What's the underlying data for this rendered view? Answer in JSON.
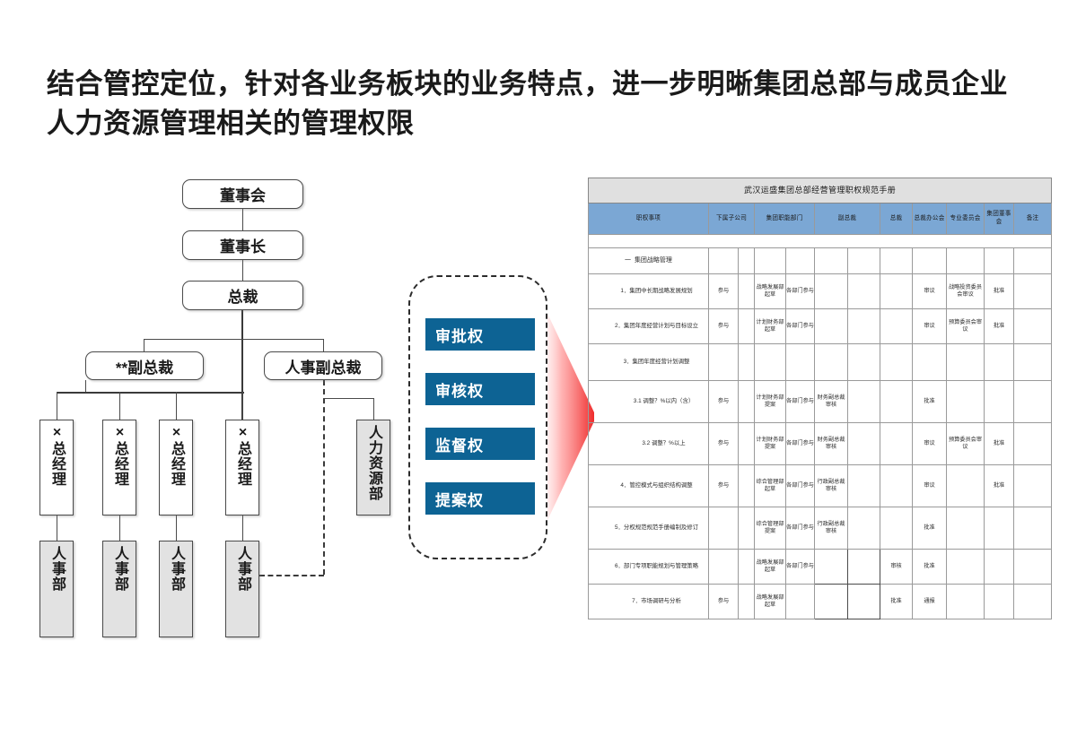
{
  "slide": {
    "title": "结合管控定位，针对各业务板块的业务特点，进一步明晰集团总部与成员企业人力资源管理相关的管理权限",
    "accent_blue": "#0d6394",
    "table_header_blue": "#7ba7d4",
    "arrow_color": "#f03030"
  },
  "org_chart": {
    "board": "董事会",
    "chairman": "董事长",
    "president": "总裁",
    "vp_business": "**副总裁",
    "vp_hr": "人事副总裁",
    "gm_boxes": [
      {
        "label": "×总经理"
      },
      {
        "label": "×总经理"
      },
      {
        "label": "×总经理"
      },
      {
        "label": "×总经理"
      }
    ],
    "hr_dept_boxes": [
      {
        "label": "人事部"
      },
      {
        "label": "人事部"
      },
      {
        "label": "人事部"
      },
      {
        "label": "人事部"
      }
    ],
    "hr_resource_dept": "人力资源部"
  },
  "authority_panel": {
    "items": [
      {
        "label": "审批权"
      },
      {
        "label": "审核权"
      },
      {
        "label": "监督权"
      },
      {
        "label": "提案权"
      }
    ]
  },
  "table": {
    "title": "武汉运盛集团总部经营管理职权规范手册",
    "headers": [
      "职权事项",
      "下属子公司",
      "集团职能部门",
      "副总裁",
      "总裁",
      "总裁办公会",
      "专业委员会",
      "集团董事会",
      "备注"
    ],
    "rows": [
      {
        "type": "section",
        "marker": "一",
        "item": "集团战略管理",
        "sub": "",
        "func1": "",
        "func2": "",
        "vp1": "",
        "vp2": "",
        "pres": "",
        "office": "",
        "comm": "",
        "board": "",
        "note": ""
      },
      {
        "type": "item",
        "indent": 1,
        "item": "1．集团中长期战略发展规划",
        "sub": "参与",
        "func1": "战略发展部起草",
        "func2": "各部门参与",
        "vp1": "",
        "vp2": "",
        "pres": "",
        "office": "审议",
        "comm": "战略投资委员会审议",
        "board": "批准",
        "note": ""
      },
      {
        "type": "item",
        "indent": 1,
        "item": "2．集团年度经营计划与目标设立",
        "sub": "参与",
        "func1": "计划财务部起草",
        "func2": "各部门参与",
        "vp1": "",
        "vp2": "",
        "pres": "",
        "office": "审议",
        "comm": "预算委员会审议",
        "board": "批准",
        "note": ""
      },
      {
        "type": "item",
        "indent": 1,
        "item": "3．集团年度经营计划调整",
        "sub": "",
        "func1": "",
        "func2": "",
        "vp1": "",
        "vp2": "",
        "pres": "",
        "office": "",
        "comm": "",
        "board": "",
        "note": ""
      },
      {
        "type": "item",
        "indent": 2,
        "item": "3.1 调整？%以内（含）",
        "sub": "参与",
        "func1": "计划财务部提案",
        "func2": "各部门参与",
        "vp1": "财务副总裁审核",
        "vp2": "",
        "pres": "",
        "office": "批准",
        "comm": "",
        "board": "",
        "note": ""
      },
      {
        "type": "item",
        "indent": 2,
        "item": "3.2 调整？%以上",
        "sub": "参与",
        "func1": "计划财务部提案",
        "func2": "各部门参与",
        "vp1": "财务副总裁审核",
        "vp2": "",
        "pres": "",
        "office": "审议",
        "comm": "预算委员会审议",
        "board": "批准",
        "note": ""
      },
      {
        "type": "item",
        "indent": 1,
        "item": "4．管控模式与组织结构调整",
        "sub": "参与",
        "func1": "综合管理部起草",
        "func2": "各部门参与",
        "vp1": "行政副总裁审核",
        "vp2": "",
        "pres": "",
        "office": "审议",
        "comm": "",
        "board": "批准",
        "note": ""
      },
      {
        "type": "item",
        "indent": 1,
        "item": "5．分权规范规范手册编制及修订",
        "sub": "",
        "func1": "综合管理部提案",
        "func2": "各部门参与",
        "vp1": "行政副总裁审核",
        "vp2": "",
        "pres": "",
        "office": "批准",
        "comm": "",
        "board": "",
        "note": ""
      },
      {
        "type": "item",
        "indent": 1,
        "item": "6．部门专项职能规划与管理策略",
        "sub": "",
        "func1": "战略发展部起草",
        "func2": "各部门参与",
        "vp1": "",
        "vp2": "",
        "pres": "审核",
        "office": "批准",
        "comm": "",
        "board": "",
        "note": "",
        "selected": true
      },
      {
        "type": "item",
        "indent": 1,
        "item": "7．市场调研与分析",
        "sub": "参与",
        "func1": "战略发展部起草",
        "func2": "",
        "vp1": "",
        "vp2": "",
        "pres": "批准",
        "office": "通报",
        "comm": "",
        "board": "",
        "note": "",
        "selected": true
      }
    ]
  }
}
